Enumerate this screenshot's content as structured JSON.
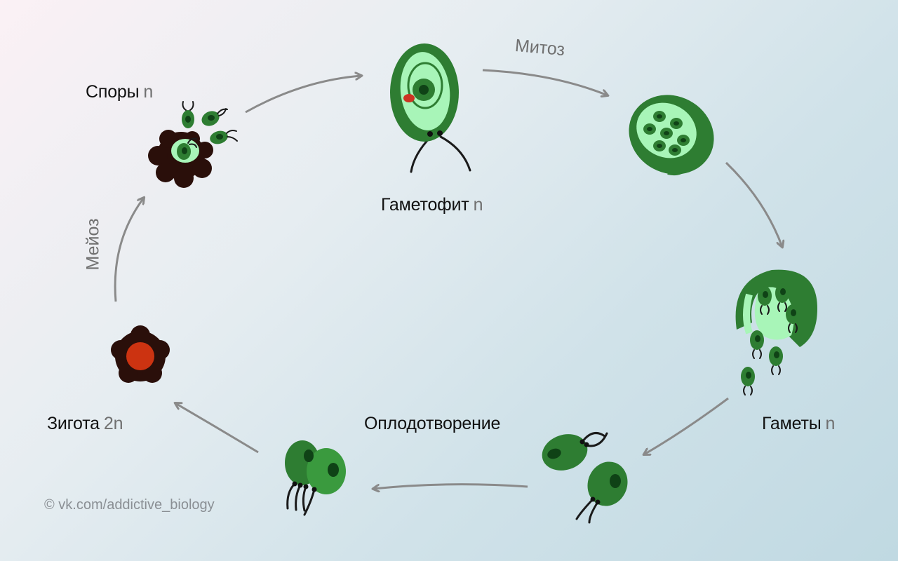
{
  "stages": {
    "spores": {
      "name": "Споры",
      "ploidy": "n"
    },
    "gametophyte": {
      "name": "Гаметофит",
      "ploidy": "n"
    },
    "gametes": {
      "name": "Гаметы",
      "ploidy": "n"
    },
    "fertilization": {
      "name": "Оплодотворение"
    },
    "zygote": {
      "name": "Зигота",
      "ploidy": "2n"
    }
  },
  "processes": {
    "mitosis": "Митоз",
    "meiosis": "Мейоз"
  },
  "credit": "© vk.com/addictive_biology",
  "colors": {
    "dark_green": "#2e7d32",
    "mid_green": "#3a9a3e",
    "light_green": "#a8f5b8",
    "nucleus": "#0f4216",
    "eyespot": "#cc3322",
    "dark_brown": "#2a0f0a",
    "zygote_core": "#cc3311",
    "arrow": "#8a8a8a"
  }
}
